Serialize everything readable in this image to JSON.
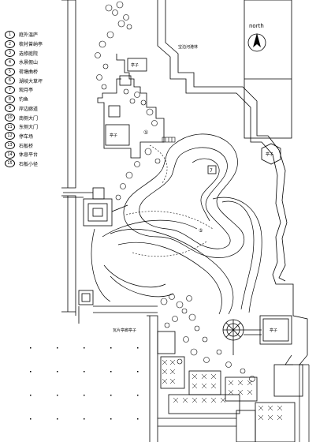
{
  "legend": [
    {
      "num": "1",
      "label": "庭外温庐"
    },
    {
      "num": "2",
      "label": "梳衬曾纳亭"
    },
    {
      "num": "3",
      "label": "选修庭院"
    },
    {
      "num": "4",
      "label": "水景假山"
    },
    {
      "num": "5",
      "label": "荷塘曲桥"
    },
    {
      "num": "6",
      "label": "湖岐大草坪"
    },
    {
      "num": "7",
      "label": "观月亭"
    },
    {
      "num": "8",
      "label": "钓鱼"
    },
    {
      "num": "9",
      "label": "岸边廊道"
    },
    {
      "num": "10",
      "label": "南侧大门"
    },
    {
      "num": "11",
      "label": "东侧大门"
    },
    {
      "num": "12",
      "label": "停车场"
    },
    {
      "num": "13",
      "label": "石板桥"
    },
    {
      "num": "14",
      "label": "休息平台"
    },
    {
      "num": "15",
      "label": "石板小径"
    }
  ],
  "labels": {
    "north": "north",
    "building_top": "宝泊河港林",
    "pavilion_top": "亭子",
    "pavilion_left": "亭子",
    "pavilion_right": "亭子",
    "pavilion_bottom": "亭子",
    "corridor": "瓦片亭廊亭子"
  },
  "markers": {
    "m1": "①",
    "m7": "7",
    "m5": "⑤"
  }
}
